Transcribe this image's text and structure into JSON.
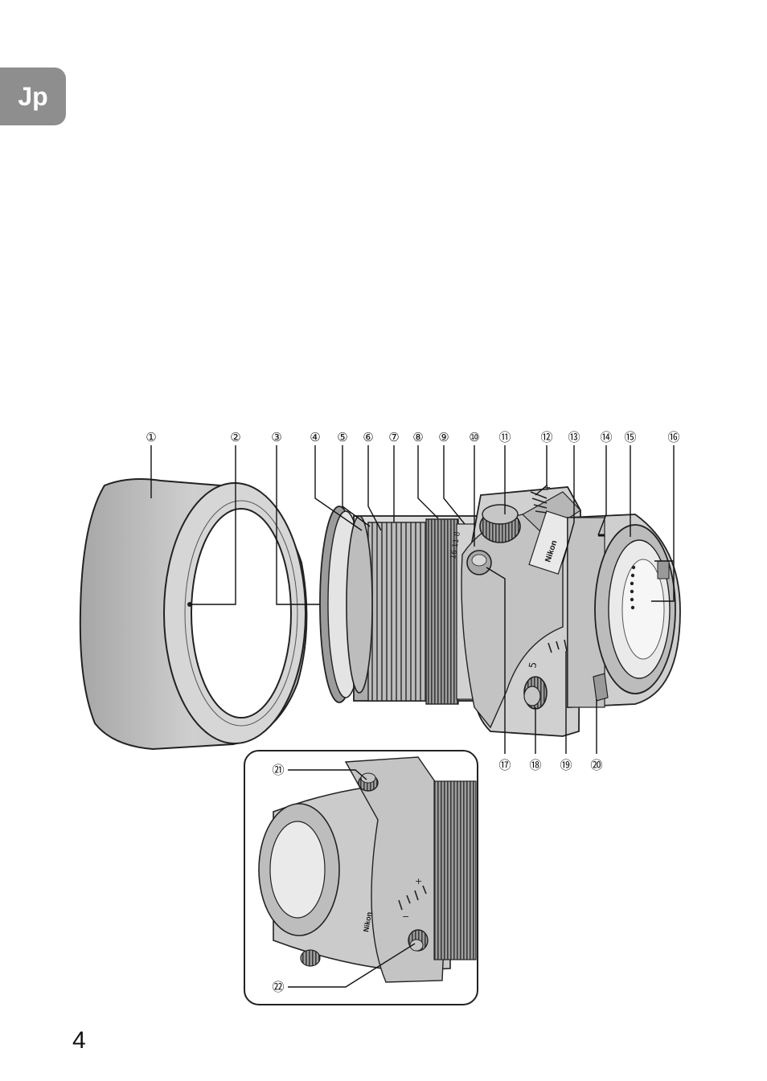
{
  "lang_tab": "Jp",
  "page_number": "4",
  "diagram": {
    "callouts_top": [
      "①",
      "②",
      "③",
      "④",
      "⑤",
      "⑥",
      "⑦",
      "⑧",
      "⑨",
      "⑩",
      "⑪",
      "⑫",
      "⑬",
      "⑭",
      "⑮",
      "⑯"
    ],
    "callouts_bottom": [
      "⑰",
      "⑱",
      "⑲",
      "⑳"
    ],
    "callouts_inset": [
      "㉑",
      "㉒"
    ],
    "lens_marks": {
      "brand": "Nikon",
      "scale_digit": "5",
      "aperture_marks": "16  11  8",
      "plus": "+",
      "minus": "−"
    }
  }
}
